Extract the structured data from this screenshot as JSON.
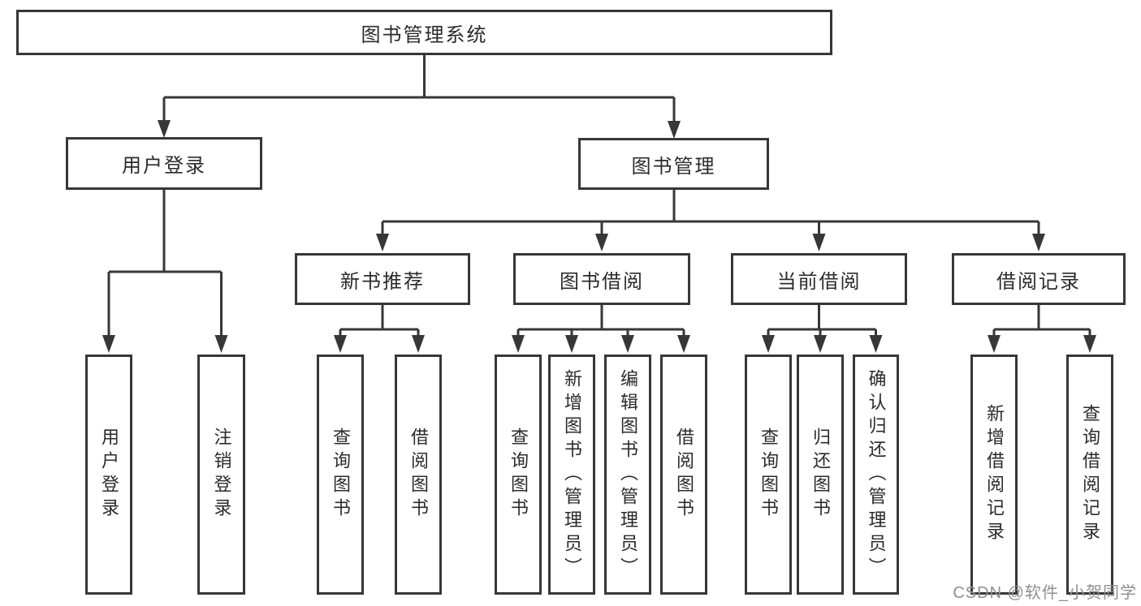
{
  "diagram": {
    "root": {
      "label": "图书管理系统"
    },
    "user_branch": {
      "label": "用户登录",
      "leaves": [
        "用户登录",
        "注销登录"
      ]
    },
    "book_branch": {
      "label": "图书管理",
      "groups": [
        {
          "label": "新书推荐",
          "leaves": [
            "查询图书",
            "借阅图书"
          ]
        },
        {
          "label": "图书借阅",
          "leaves": [
            "查询图书",
            "新增图书（管理员）",
            "编辑图书（管理员）",
            "借阅图书"
          ]
        },
        {
          "label": "当前借阅",
          "leaves": [
            "查询图书",
            "归还图书",
            "确认归还（管理员）"
          ]
        },
        {
          "label": "借阅记录",
          "leaves": [
            "新增借阅记录",
            "查询借阅记录"
          ]
        }
      ]
    }
  },
  "watermark": {
    "text": "CSDN @软件_小贺同学"
  },
  "colors": {
    "line": "#373737",
    "text": "#2b2b2b",
    "watermark": "#8f8f8f",
    "background": "#ffffff"
  }
}
